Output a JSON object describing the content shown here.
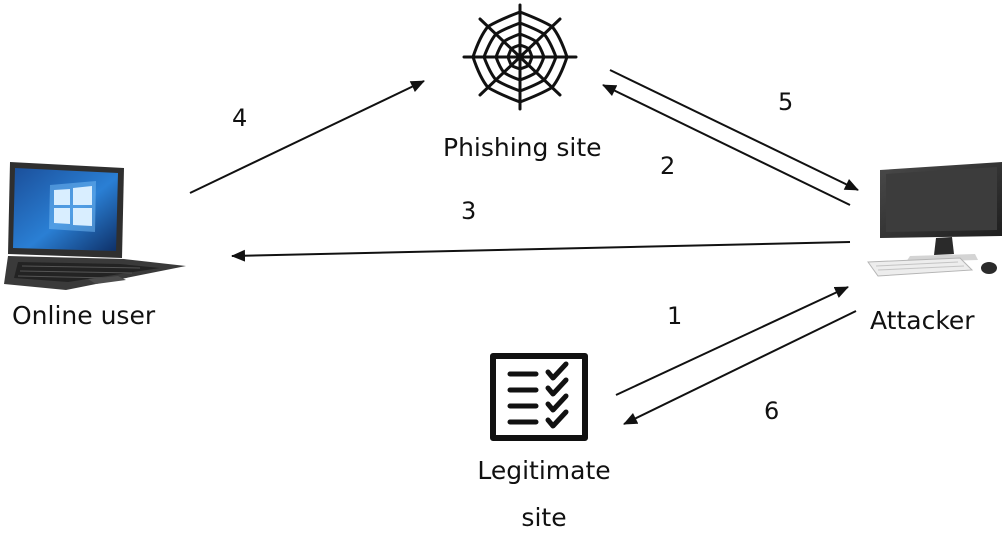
{
  "nodes": {
    "online_user": {
      "label": "Online user",
      "icon": "laptop-icon"
    },
    "phishing_site": {
      "label": "Phishing site",
      "icon": "spider-web-icon"
    },
    "attacker": {
      "label": "Attacker",
      "icon": "desktop-computer-icon"
    },
    "legitimate_site": {
      "label_line1": "Legitimate",
      "label_line2": "site",
      "icon": "checklist-document-icon"
    }
  },
  "steps": [
    {
      "number": "1",
      "from": "legitimate_site",
      "to": "attacker"
    },
    {
      "number": "2",
      "from": "attacker",
      "to": "phishing_site"
    },
    {
      "number": "3",
      "from": "attacker",
      "to": "online_user"
    },
    {
      "number": "4",
      "from": "online_user",
      "to": "phishing_site"
    },
    {
      "number": "5",
      "from": "phishing_site",
      "to": "attacker"
    },
    {
      "number": "6",
      "from": "attacker",
      "to": "legitimate_site"
    }
  ],
  "colors": {
    "stroke": "#111111",
    "screen_blue": "#2a7fd4",
    "laptop_body": "#3a3a3a",
    "monitor_body": "#2b2b2b",
    "keyboard": "#e8e8e8"
  }
}
